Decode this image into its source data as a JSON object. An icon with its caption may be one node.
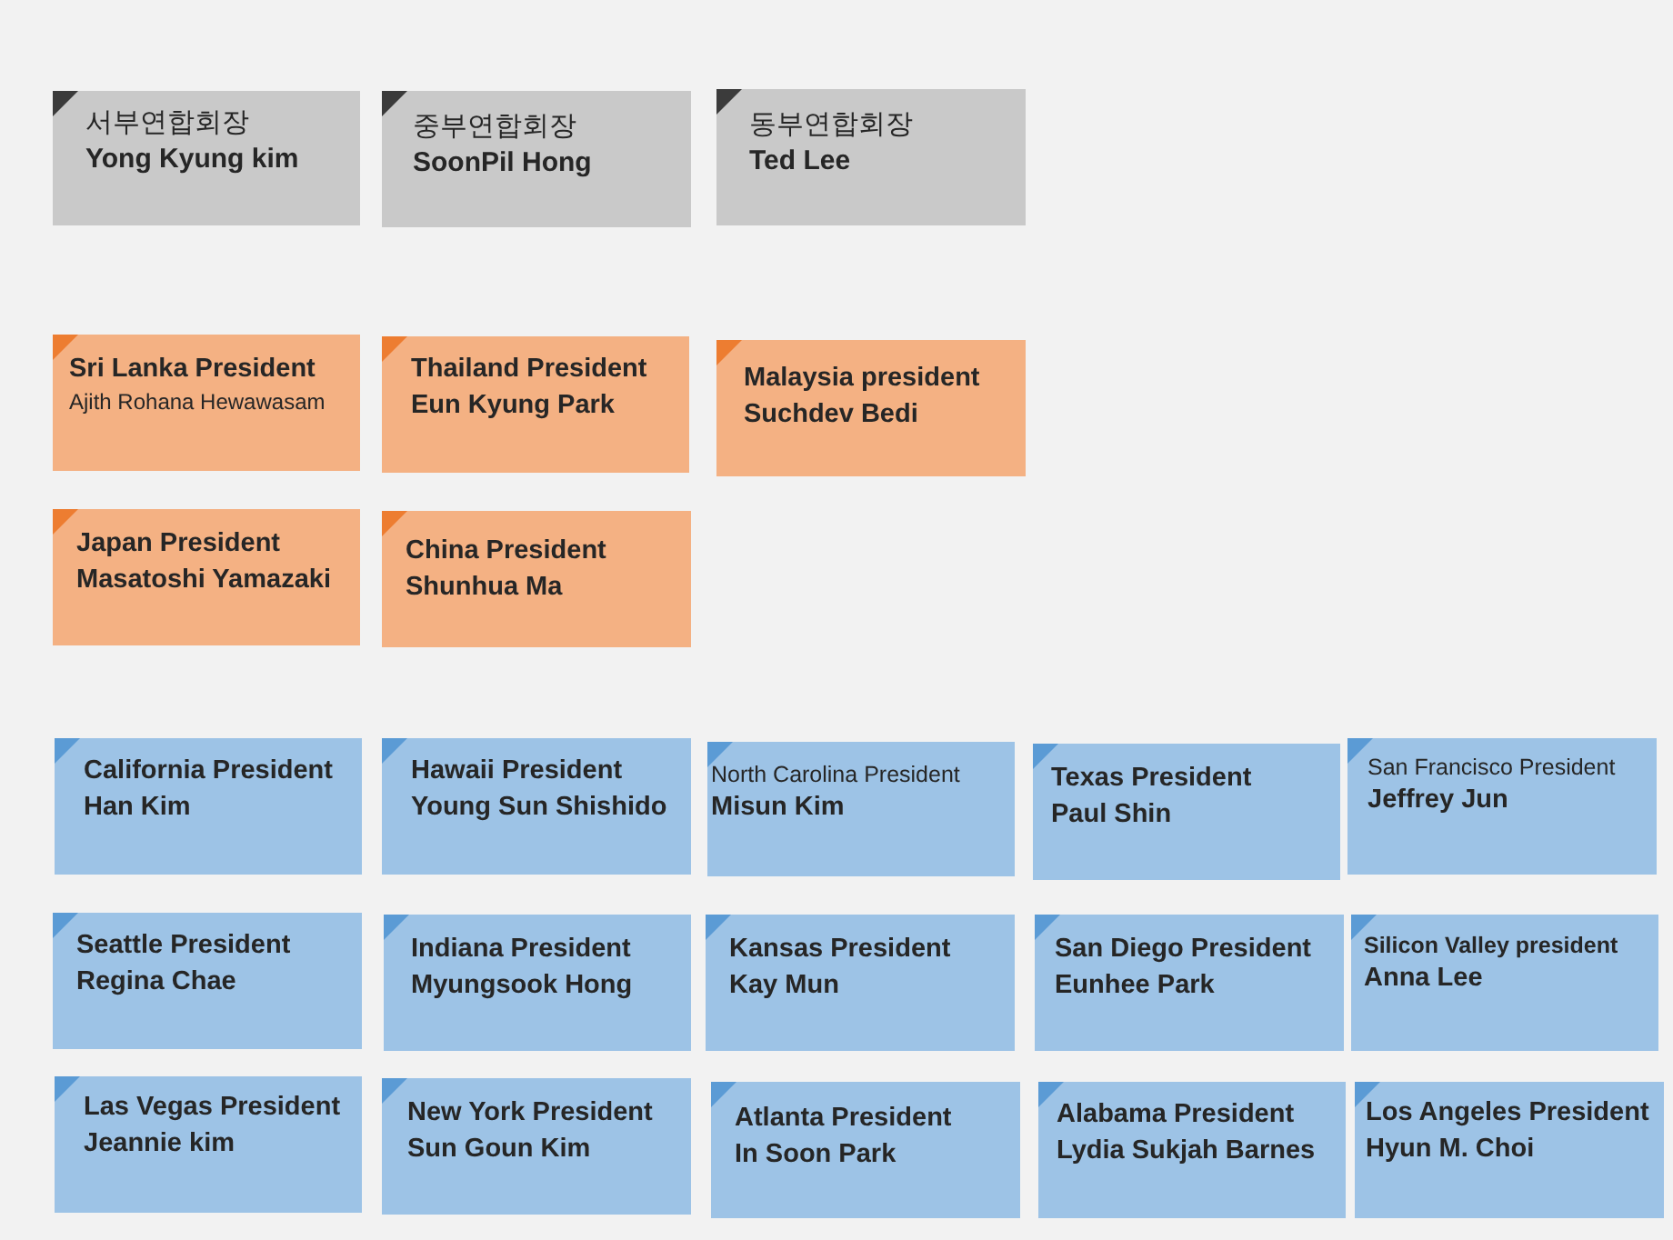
{
  "diagram": {
    "nodes": [
      {
        "text": [
          "서부연합회장",
          "Yong Kyung kim"
        ]
      },
      {
        "text": [
          "중부연합회장",
          "SoonPil Hong"
        ]
      },
      {
        "text": [
          "동부연합회장",
          "Ted Lee"
        ]
      },
      {
        "text": [
          "Sri Lanka President",
          "Ajith Rohana Hewawasam"
        ]
      },
      {
        "text": [
          "Thailand President",
          "Eun Kyung Park"
        ]
      },
      {
        "text": [
          "Malaysia president",
          "Suchdev Bedi"
        ]
      },
      {
        "text": [
          "Japan President",
          "Masatoshi Yamazaki"
        ]
      },
      {
        "text": [
          "China President",
          "Shunhua Ma"
        ]
      },
      {
        "text": [
          "California President",
          "Han Kim"
        ]
      },
      {
        "text": [
          "Hawaii President",
          "Young Sun Shishido"
        ]
      },
      {
        "text": [
          "North Carolina President",
          "Misun Kim"
        ]
      },
      {
        "text": [
          "Texas President",
          "Paul Shin"
        ]
      },
      {
        "text": [
          "San Francisco President",
          "Jeffrey Jun"
        ]
      },
      {
        "text": [
          "Seattle President",
          "Regina Chae"
        ]
      },
      {
        "text": [
          "Indiana President",
          "Myungsook Hong"
        ]
      },
      {
        "text": [
          "Kansas President",
          "Kay Mun"
        ]
      },
      {
        "text": [
          "San Diego President",
          "Eunhee Park"
        ]
      },
      {
        "text": [
          "Silicon Valley president",
          "Anna Lee"
        ]
      },
      {
        "text": [
          "Las Vegas President",
          "Jeannie kim"
        ]
      },
      {
        "text": [
          "New York President",
          "Sun Goun Kim"
        ]
      },
      {
        "text": [
          "Atlanta President",
          "In Soon Park"
        ]
      },
      {
        "text": [
          "Alabama President",
          "Lydia Sukjah Barnes"
        ]
      },
      {
        "text": [
          "Los Angeles President",
          "Hyun M. Choi"
        ]
      }
    ]
  }
}
